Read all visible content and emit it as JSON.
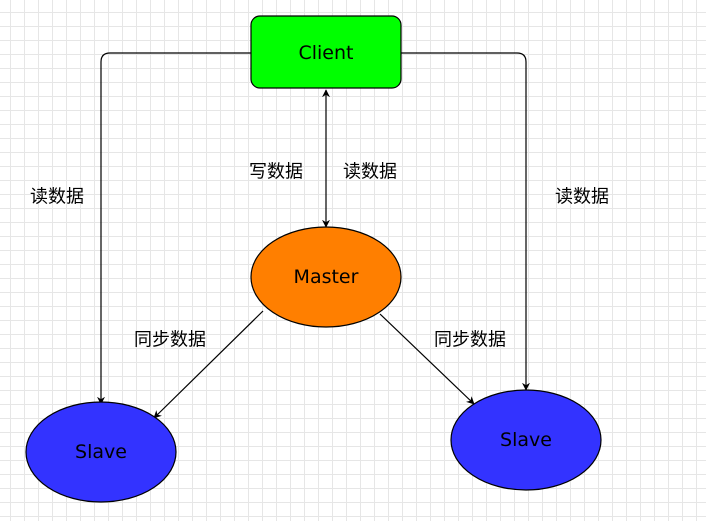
{
  "colors": {
    "client_fill": "#00ff00",
    "master_fill": "#ff7f00",
    "slave_fill": "#3333ff",
    "stroke": "#000000",
    "grid": "#e6e6e6"
  },
  "nodes": {
    "client": {
      "label": "Client"
    },
    "master": {
      "label": "Master"
    },
    "slave_left": {
      "label": "Slave"
    },
    "slave_right": {
      "label": "Slave"
    }
  },
  "edges": {
    "client_master_write": "写数据",
    "client_master_read": "读数据",
    "client_left_slave_read": "读数据",
    "client_right_slave_read": "读数据",
    "master_left_slave_sync": "同步数据",
    "master_right_slave_sync": "同步数据"
  }
}
